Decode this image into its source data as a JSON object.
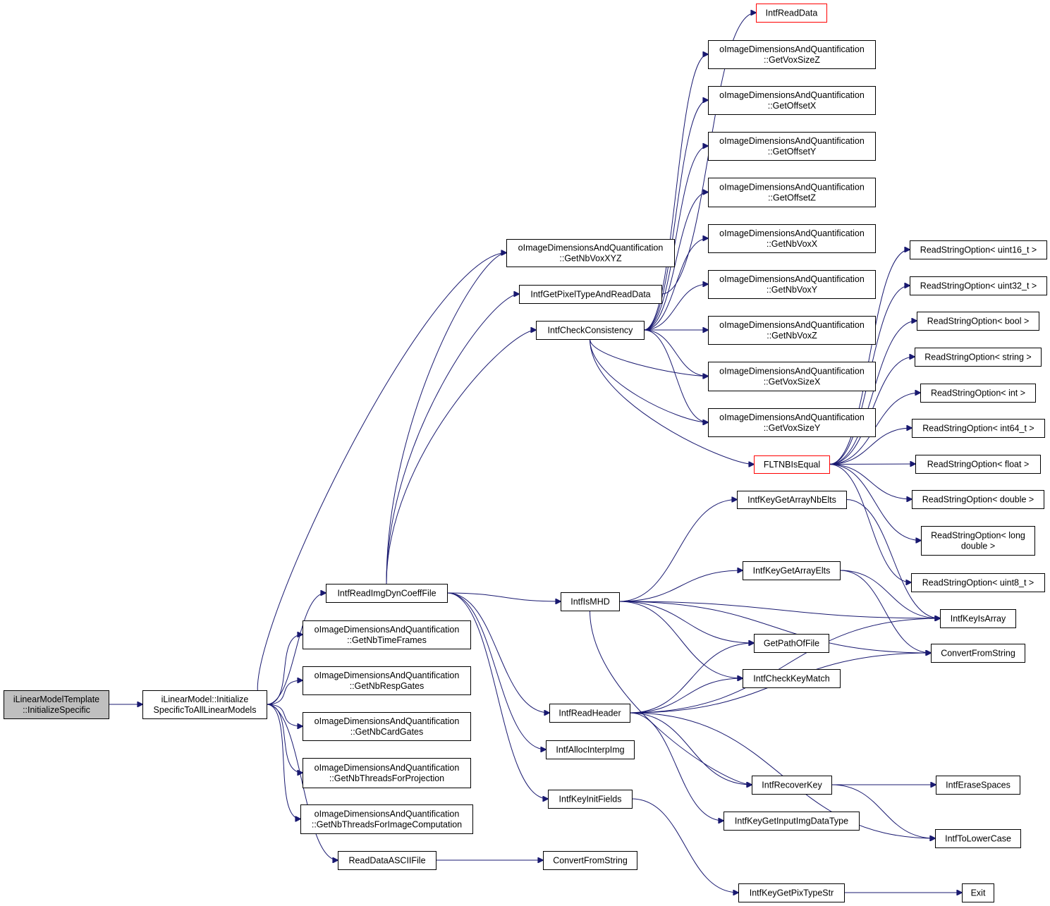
{
  "colors": {
    "edge": "#191970",
    "root_fill": "#bfbfbf",
    "node_fill": "#ffffff",
    "node_border": "#000000",
    "truncated_border": "#ff0000"
  },
  "nodes": {
    "root": [
      "iLinearModelTemplate",
      "::InitializeSpecific"
    ],
    "initAll": [
      "iLinearModel::Initialize",
      "SpecificToAllLinearModels"
    ],
    "readImgDyn": [
      "IntfReadImgDynCoeffFile"
    ],
    "nbTimeFrames": [
      "oImageDimensionsAndQuantification",
      "::GetNbTimeFrames"
    ],
    "nbRespGates": [
      "oImageDimensionsAndQuantification",
      "::GetNbRespGates"
    ],
    "nbCardGates": [
      "oImageDimensionsAndQuantification",
      "::GetNbCardGates"
    ],
    "nbThreadsProj": [
      "oImageDimensionsAndQuantification",
      "::GetNbThreadsForProjection"
    ],
    "nbThreadsImg": [
      "oImageDimensionsAndQuantification",
      "::GetNbThreadsForImageComputation"
    ],
    "readAscii": [
      "ReadDataASCIIFile"
    ],
    "nbVoxXYZ": [
      "oImageDimensionsAndQuantification",
      "::GetNbVoxXYZ"
    ],
    "getPixelType": [
      "IntfGetPixelTypeAndReadData"
    ],
    "checkConsistency": [
      "IntfCheckConsistency"
    ],
    "isMHD": [
      "IntfIsMHD"
    ],
    "readHeader": [
      "IntfReadHeader"
    ],
    "allocInterp": [
      "IntfAllocInterpImg"
    ],
    "keyInitFields": [
      "IntfKeyInitFields"
    ],
    "convertFromString1": [
      "ConvertFromString"
    ],
    "readData": [
      "IntfReadData"
    ],
    "voxSizeZ": [
      "oImageDimensionsAndQuantification",
      "::GetVoxSizeZ"
    ],
    "offsetX": [
      "oImageDimensionsAndQuantification",
      "::GetOffsetX"
    ],
    "offsetY": [
      "oImageDimensionsAndQuantification",
      "::GetOffsetY"
    ],
    "offsetZ": [
      "oImageDimensionsAndQuantification",
      "::GetOffsetZ"
    ],
    "nbVoxX": [
      "oImageDimensionsAndQuantification",
      "::GetNbVoxX"
    ],
    "nbVoxY": [
      "oImageDimensionsAndQuantification",
      "::GetNbVoxY"
    ],
    "nbVoxZ": [
      "oImageDimensionsAndQuantification",
      "::GetNbVoxZ"
    ],
    "voxSizeX": [
      "oImageDimensionsAndQuantification",
      "::GetVoxSizeX"
    ],
    "voxSizeY": [
      "oImageDimensionsAndQuantification",
      "::GetVoxSizeY"
    ],
    "fltnbIsEqual": [
      "FLTNBIsEqual"
    ],
    "keyGetArrayNbElts": [
      "IntfKeyGetArrayNbElts"
    ],
    "keyGetArrayElts": [
      "IntfKeyGetArrayElts"
    ],
    "getPathOfFile": [
      "GetPathOfFile"
    ],
    "checkKeyMatch": [
      "IntfCheckKeyMatch"
    ],
    "recoverKey": [
      "IntfRecoverKey"
    ],
    "keyGetInputImgDataType": [
      "IntfKeyGetInputImgDataType"
    ],
    "keyGetPixTypeStr": [
      "IntfKeyGetPixTypeStr"
    ],
    "rsoUint16": [
      "ReadStringOption< uint16_t >"
    ],
    "rsoUint32": [
      "ReadStringOption< uint32_t >"
    ],
    "rsoBool": [
      "ReadStringOption< bool >"
    ],
    "rsoString": [
      "ReadStringOption< string >"
    ],
    "rsoInt": [
      "ReadStringOption< int >"
    ],
    "rsoInt64": [
      "ReadStringOption< int64_t >"
    ],
    "rsoFloat": [
      "ReadStringOption< float >"
    ],
    "rsoDouble": [
      "ReadStringOption< double >"
    ],
    "rsoLongDouble": [
      "ReadStringOption< long",
      "double >"
    ],
    "rsoUint8": [
      "ReadStringOption< uint8_t >"
    ],
    "keyIsArray": [
      "IntfKeyIsArray"
    ],
    "convertFromString2": [
      "ConvertFromString"
    ],
    "eraseSpaces": [
      "IntfEraseSpaces"
    ],
    "toLowerCase": [
      "IntfToLowerCase"
    ],
    "exit": [
      "Exit"
    ]
  }
}
